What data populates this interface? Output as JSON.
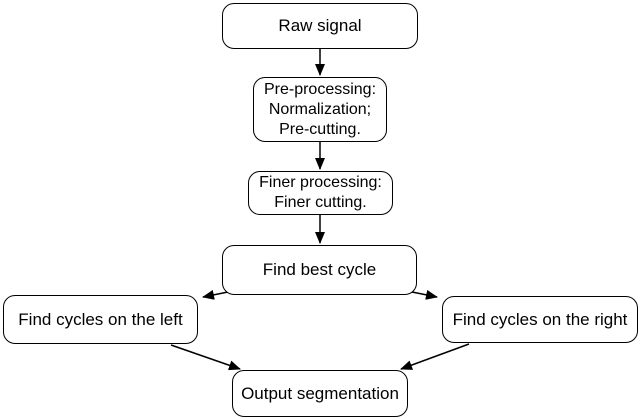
{
  "diagram": {
    "type": "flowchart",
    "background_color": "#ffffff",
    "node_border_color": "#000000",
    "node_fill_color": "#ffffff",
    "text_color": "#000000",
    "arrow_color": "#000000"
  },
  "nodes": {
    "raw_signal": {
      "label": "Raw signal"
    },
    "pre_processing": {
      "label": "Pre-processing:\nNormalization;\nPre-cutting."
    },
    "finer_processing": {
      "label": "Finer processing:\nFiner cutting."
    },
    "find_best_cycle": {
      "label": "Find best cycle"
    },
    "find_cycles_left": {
      "label": "Find cycles on the left"
    },
    "find_cycles_right": {
      "label": "Find cycles on the right"
    },
    "output_segmentation": {
      "label": "Output segmentation"
    }
  },
  "edges": [
    {
      "from": "raw_signal",
      "to": "pre_processing"
    },
    {
      "from": "pre_processing",
      "to": "finer_processing"
    },
    {
      "from": "finer_processing",
      "to": "find_best_cycle"
    },
    {
      "from": "find_best_cycle",
      "to": "find_cycles_left"
    },
    {
      "from": "find_best_cycle",
      "to": "find_cycles_right"
    },
    {
      "from": "find_cycles_left",
      "to": "output_segmentation"
    },
    {
      "from": "find_cycles_right",
      "to": "output_segmentation"
    }
  ]
}
